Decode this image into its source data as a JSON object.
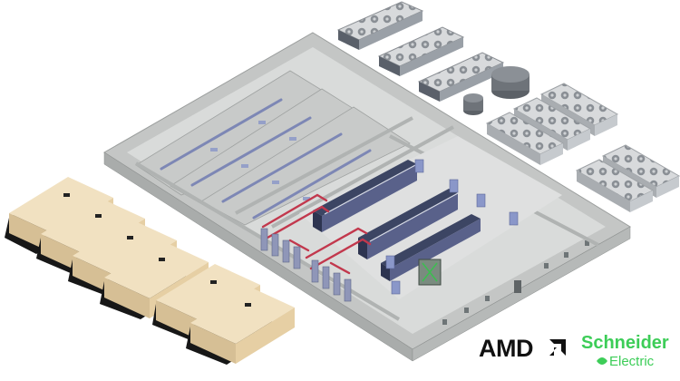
{
  "illustration": "data-center-isometric-layout",
  "logos": {
    "amd": {
      "text": "AMD"
    },
    "schneider": {
      "line1": "Schneider",
      "line2": "Electric",
      "color": "#3dcd58"
    }
  },
  "colors": {
    "wall": "#bcbfbe",
    "floor": "#d7d9d8",
    "generator": "#ead5b0",
    "rack": "#4a5370",
    "pipe": "#c2384d",
    "chiller": "#c6cace"
  }
}
